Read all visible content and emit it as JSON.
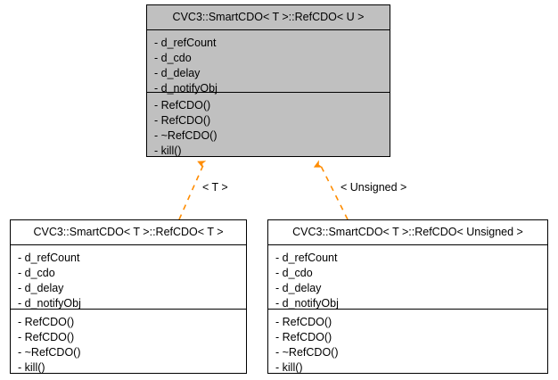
{
  "diagram": {
    "type": "uml-class-inheritance",
    "background": "#ffffff",
    "edge_color": "#ff8c00",
    "filled_node_color": "#c0c0c0",
    "border_color": "#000000"
  },
  "nodes": {
    "base": {
      "title": "CVC3::SmartCDO< T >::RefCDO< U >",
      "attributes": [
        "- d_refCount",
        "- d_cdo",
        "- d_delay",
        "- d_notifyObj"
      ],
      "methods": [
        "- RefCDO()",
        "- RefCDO()",
        "- ~RefCDO()",
        "- kill()"
      ]
    },
    "derived_t": {
      "title": "CVC3::SmartCDO< T >::RefCDO< T >",
      "attributes": [
        "- d_refCount",
        "- d_cdo",
        "- d_delay",
        "- d_notifyObj"
      ],
      "methods": [
        "- RefCDO()",
        "- RefCDO()",
        "- ~RefCDO()",
        "- kill()"
      ]
    },
    "derived_unsigned": {
      "title": "CVC3::SmartCDO< T >::RefCDO< Unsigned >",
      "attributes": [
        "- d_refCount",
        "- d_cdo",
        "- d_delay",
        "- d_notifyObj"
      ],
      "methods": [
        "- RefCDO()",
        "- RefCDO()",
        "- ~RefCDO()",
        "- kill()"
      ]
    }
  },
  "edges": [
    {
      "from": "derived_t",
      "to": "base",
      "label": "< T >"
    },
    {
      "from": "derived_unsigned",
      "to": "base",
      "label": "< Unsigned >"
    }
  ]
}
